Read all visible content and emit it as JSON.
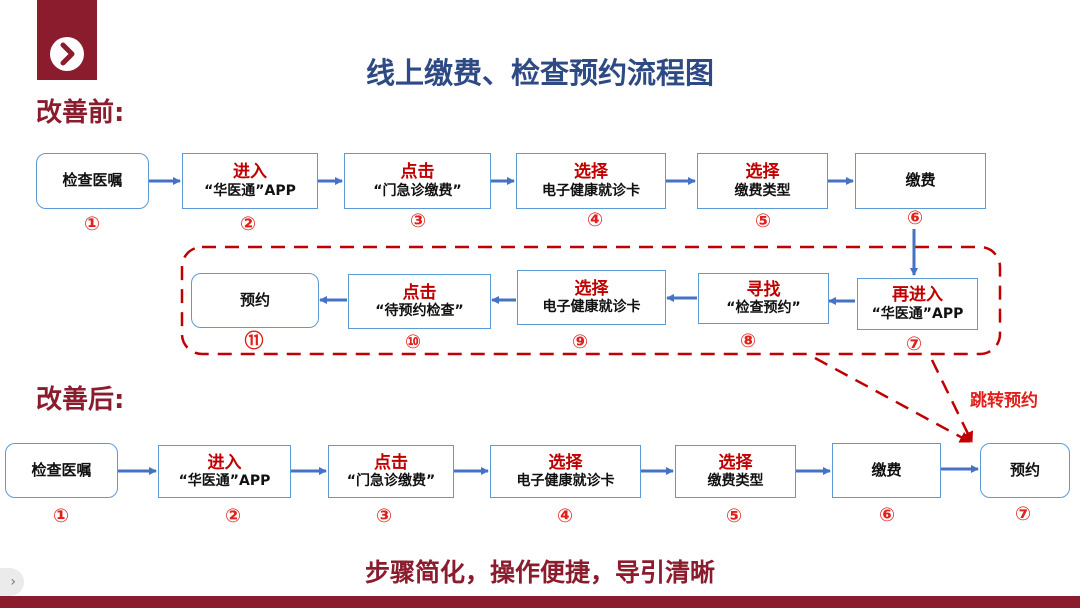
{
  "title": "线上缴费、检查预约流程图",
  "before_label": "改善前:",
  "after_label": "改善后:",
  "jump_label": "跳转预约",
  "summary": "步骤简化，操作便捷，导引清晰",
  "colors": {
    "brand": "#8a1c2e",
    "title": "#2e4a84",
    "border": "#5b9bd5",
    "arrow": "#4472c4",
    "number": "#e0201b",
    "dashed": "#c00000"
  },
  "icons": {
    "logo": "chevron-right-icon",
    "nav": "chevron-right-icon"
  },
  "nav_glyph": "›",
  "before": {
    "row1": [
      {
        "line1": "",
        "line2": "检查医嘱",
        "num": "①"
      },
      {
        "line1": "进入",
        "line2": "“华医通”APP",
        "num": "②"
      },
      {
        "line1": "点击",
        "line2": "“门急诊缴费”",
        "num": "③"
      },
      {
        "line1": "选择",
        "line2": "电子健康就诊卡",
        "num": "④"
      },
      {
        "line1": "选择",
        "line2": "缴费类型",
        "num": "⑤"
      },
      {
        "line1": "",
        "line2": "缴费",
        "num": "⑥"
      }
    ],
    "row2": [
      {
        "line1": "再进入",
        "line2": "“华医通”APP",
        "num": "⑦"
      },
      {
        "line1": "寻找",
        "line2": "“检查预约”",
        "num": "⑧"
      },
      {
        "line1": "选择",
        "line2": "电子健康就诊卡",
        "num": "⑨"
      },
      {
        "line1": "点击",
        "line2": "“待预约检查”",
        "num": "⑩"
      },
      {
        "line1": "",
        "line2": "预约",
        "num": "⑪"
      }
    ]
  },
  "after": [
    {
      "line1": "",
      "line2": "检查医嘱",
      "num": "①"
    },
    {
      "line1": "进入",
      "line2": "“华医通”APP",
      "num": "②"
    },
    {
      "line1": "点击",
      "line2": "“门急诊缴费”",
      "num": "③"
    },
    {
      "line1": "选择",
      "line2": "电子健康就诊卡",
      "num": "④"
    },
    {
      "line1": "选择",
      "line2": "缴费类型",
      "num": "⑤"
    },
    {
      "line1": "",
      "line2": "缴费",
      "num": "⑥"
    },
    {
      "line1": "",
      "line2": "预约",
      "num": "⑦"
    }
  ]
}
